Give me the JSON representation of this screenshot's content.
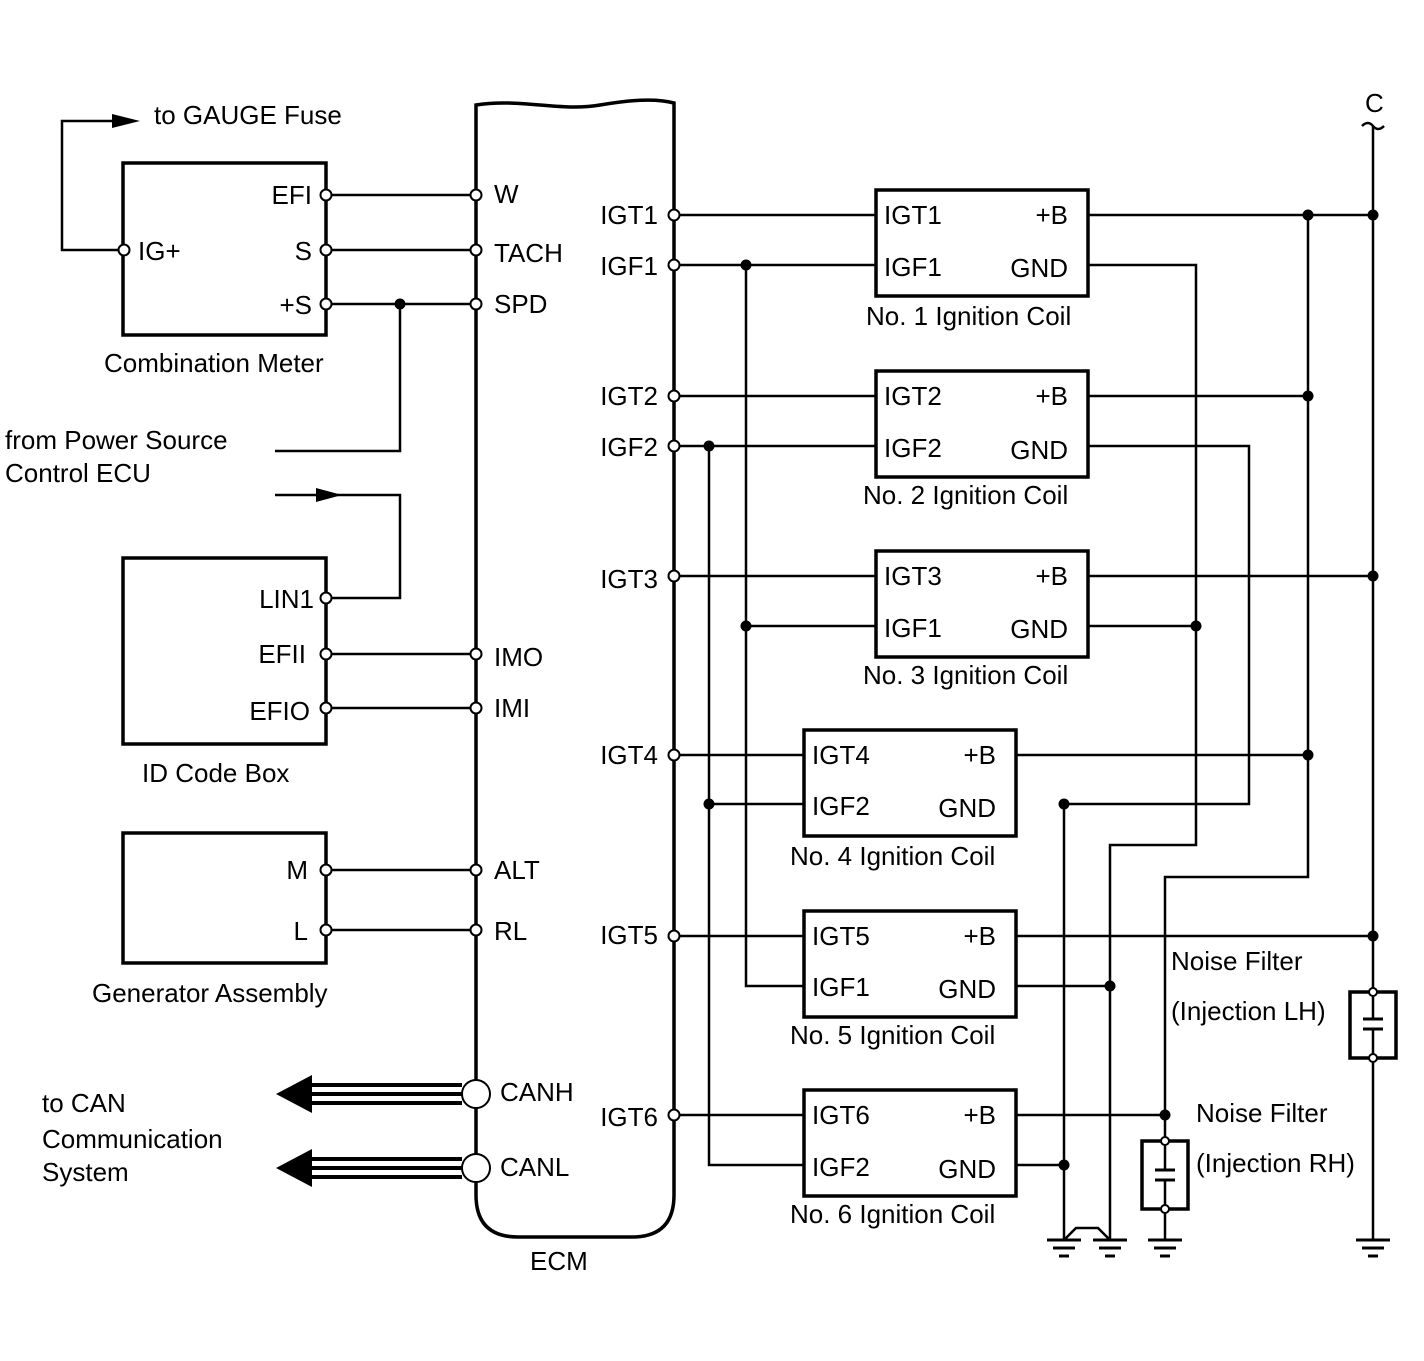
{
  "labels": {
    "to_gauge": "to GAUGE Fuse",
    "from_power_1": "from Power Source",
    "from_power_2": "Control ECU",
    "to_can_1": "to CAN",
    "to_can_2": "Communication",
    "to_can_3": "System",
    "ecm": "ECM",
    "c": "C",
    "noise_lh_1": "Noise Filter",
    "noise_lh_2": "(Injection LH)",
    "noise_rh_1": "Noise Filter",
    "noise_rh_2": "(Injection RH)"
  },
  "combination_meter": {
    "title": "Combination Meter",
    "ig": "IG+",
    "efi": "EFI",
    "s": "S",
    "plus_s": "+S"
  },
  "id_code_box": {
    "title": "ID Code Box",
    "lin1": "LIN1",
    "efii": "EFII",
    "efio": "EFIO"
  },
  "generator": {
    "title": "Generator Assembly",
    "m": "M",
    "l": "L"
  },
  "ecm_pins": {
    "w": "W",
    "tach": "TACH",
    "spd": "SPD",
    "imo": "IMO",
    "imi": "IMI",
    "alt": "ALT",
    "rl": "RL",
    "canh": "CANH",
    "canl": "CANL",
    "igt1": "IGT1",
    "igf1": "IGF1",
    "igt2": "IGT2",
    "igf2": "IGF2",
    "igt3": "IGT3",
    "igt4": "IGT4",
    "igt5": "IGT5",
    "igt6": "IGT6"
  },
  "coils": [
    {
      "title": "No. 1 Ignition Coil",
      "igt": "IGT1",
      "igf": "IGF1",
      "b": "+B",
      "gnd": "GND"
    },
    {
      "title": "No. 2 Ignition Coil",
      "igt": "IGT2",
      "igf": "IGF2",
      "b": "+B",
      "gnd": "GND"
    },
    {
      "title": "No. 3 Ignition Coil",
      "igt": "IGT3",
      "igf": "IGF1",
      "b": "+B",
      "gnd": "GND"
    },
    {
      "title": "No. 4 Ignition Coil",
      "igt": "IGT4",
      "igf": "IGF2",
      "b": "+B",
      "gnd": "GND"
    },
    {
      "title": "No. 5 Ignition Coil",
      "igt": "IGT5",
      "igf": "IGF1",
      "b": "+B",
      "gnd": "GND"
    },
    {
      "title": "No. 6 Ignition Coil",
      "igt": "IGT6",
      "igf": "IGF2",
      "b": "+B",
      "gnd": "GND"
    }
  ]
}
